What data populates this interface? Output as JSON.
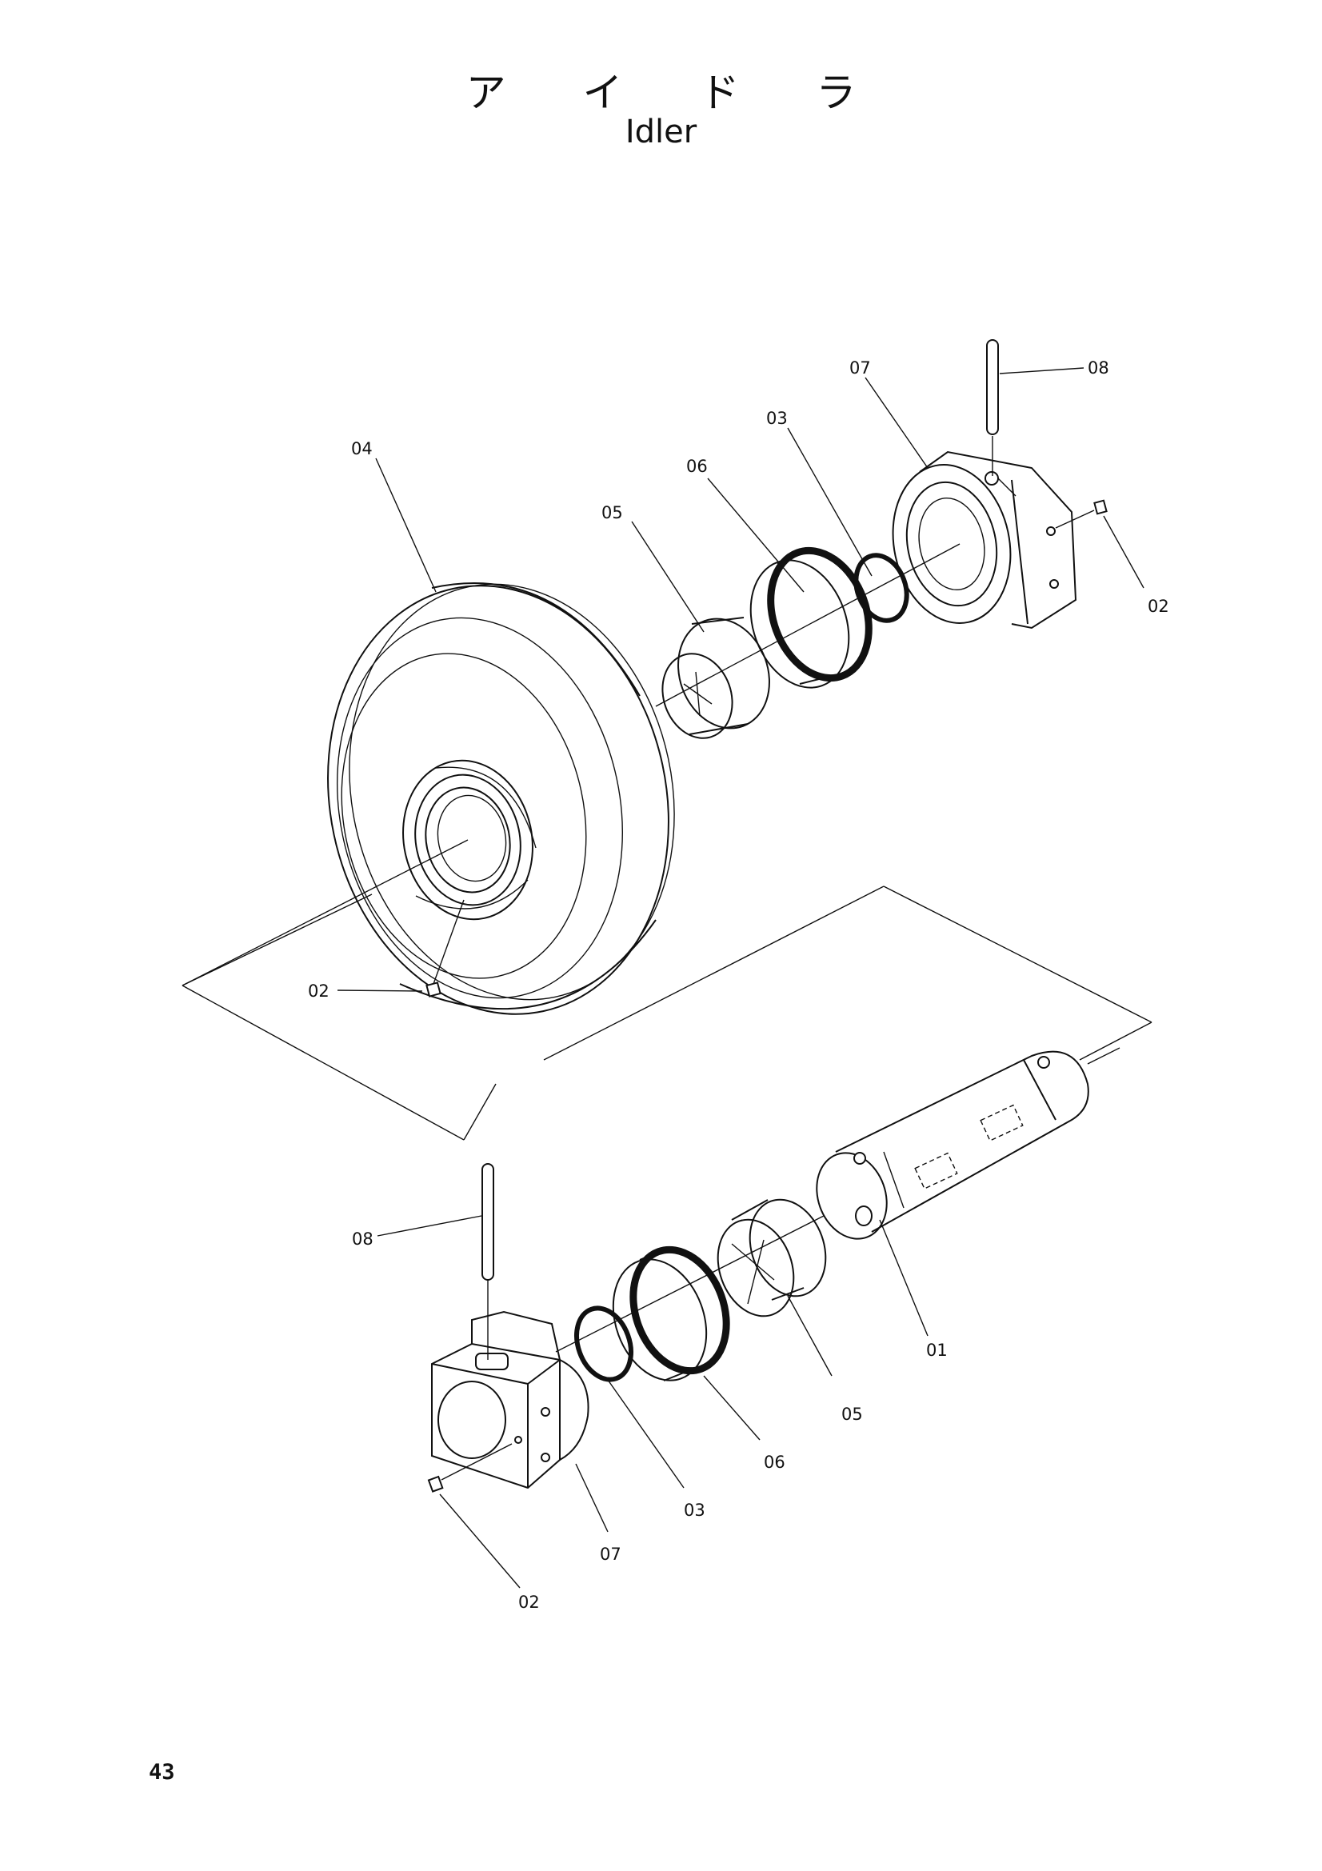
{
  "title": {
    "japanese": "ア イ ド ラ",
    "english": "Idler"
  },
  "page_number": "43",
  "parts": {
    "p01": "01",
    "p02": "02",
    "p03": "03",
    "p04": "04",
    "p05": "05",
    "p06": "06",
    "p07": "07",
    "p08": "08"
  }
}
